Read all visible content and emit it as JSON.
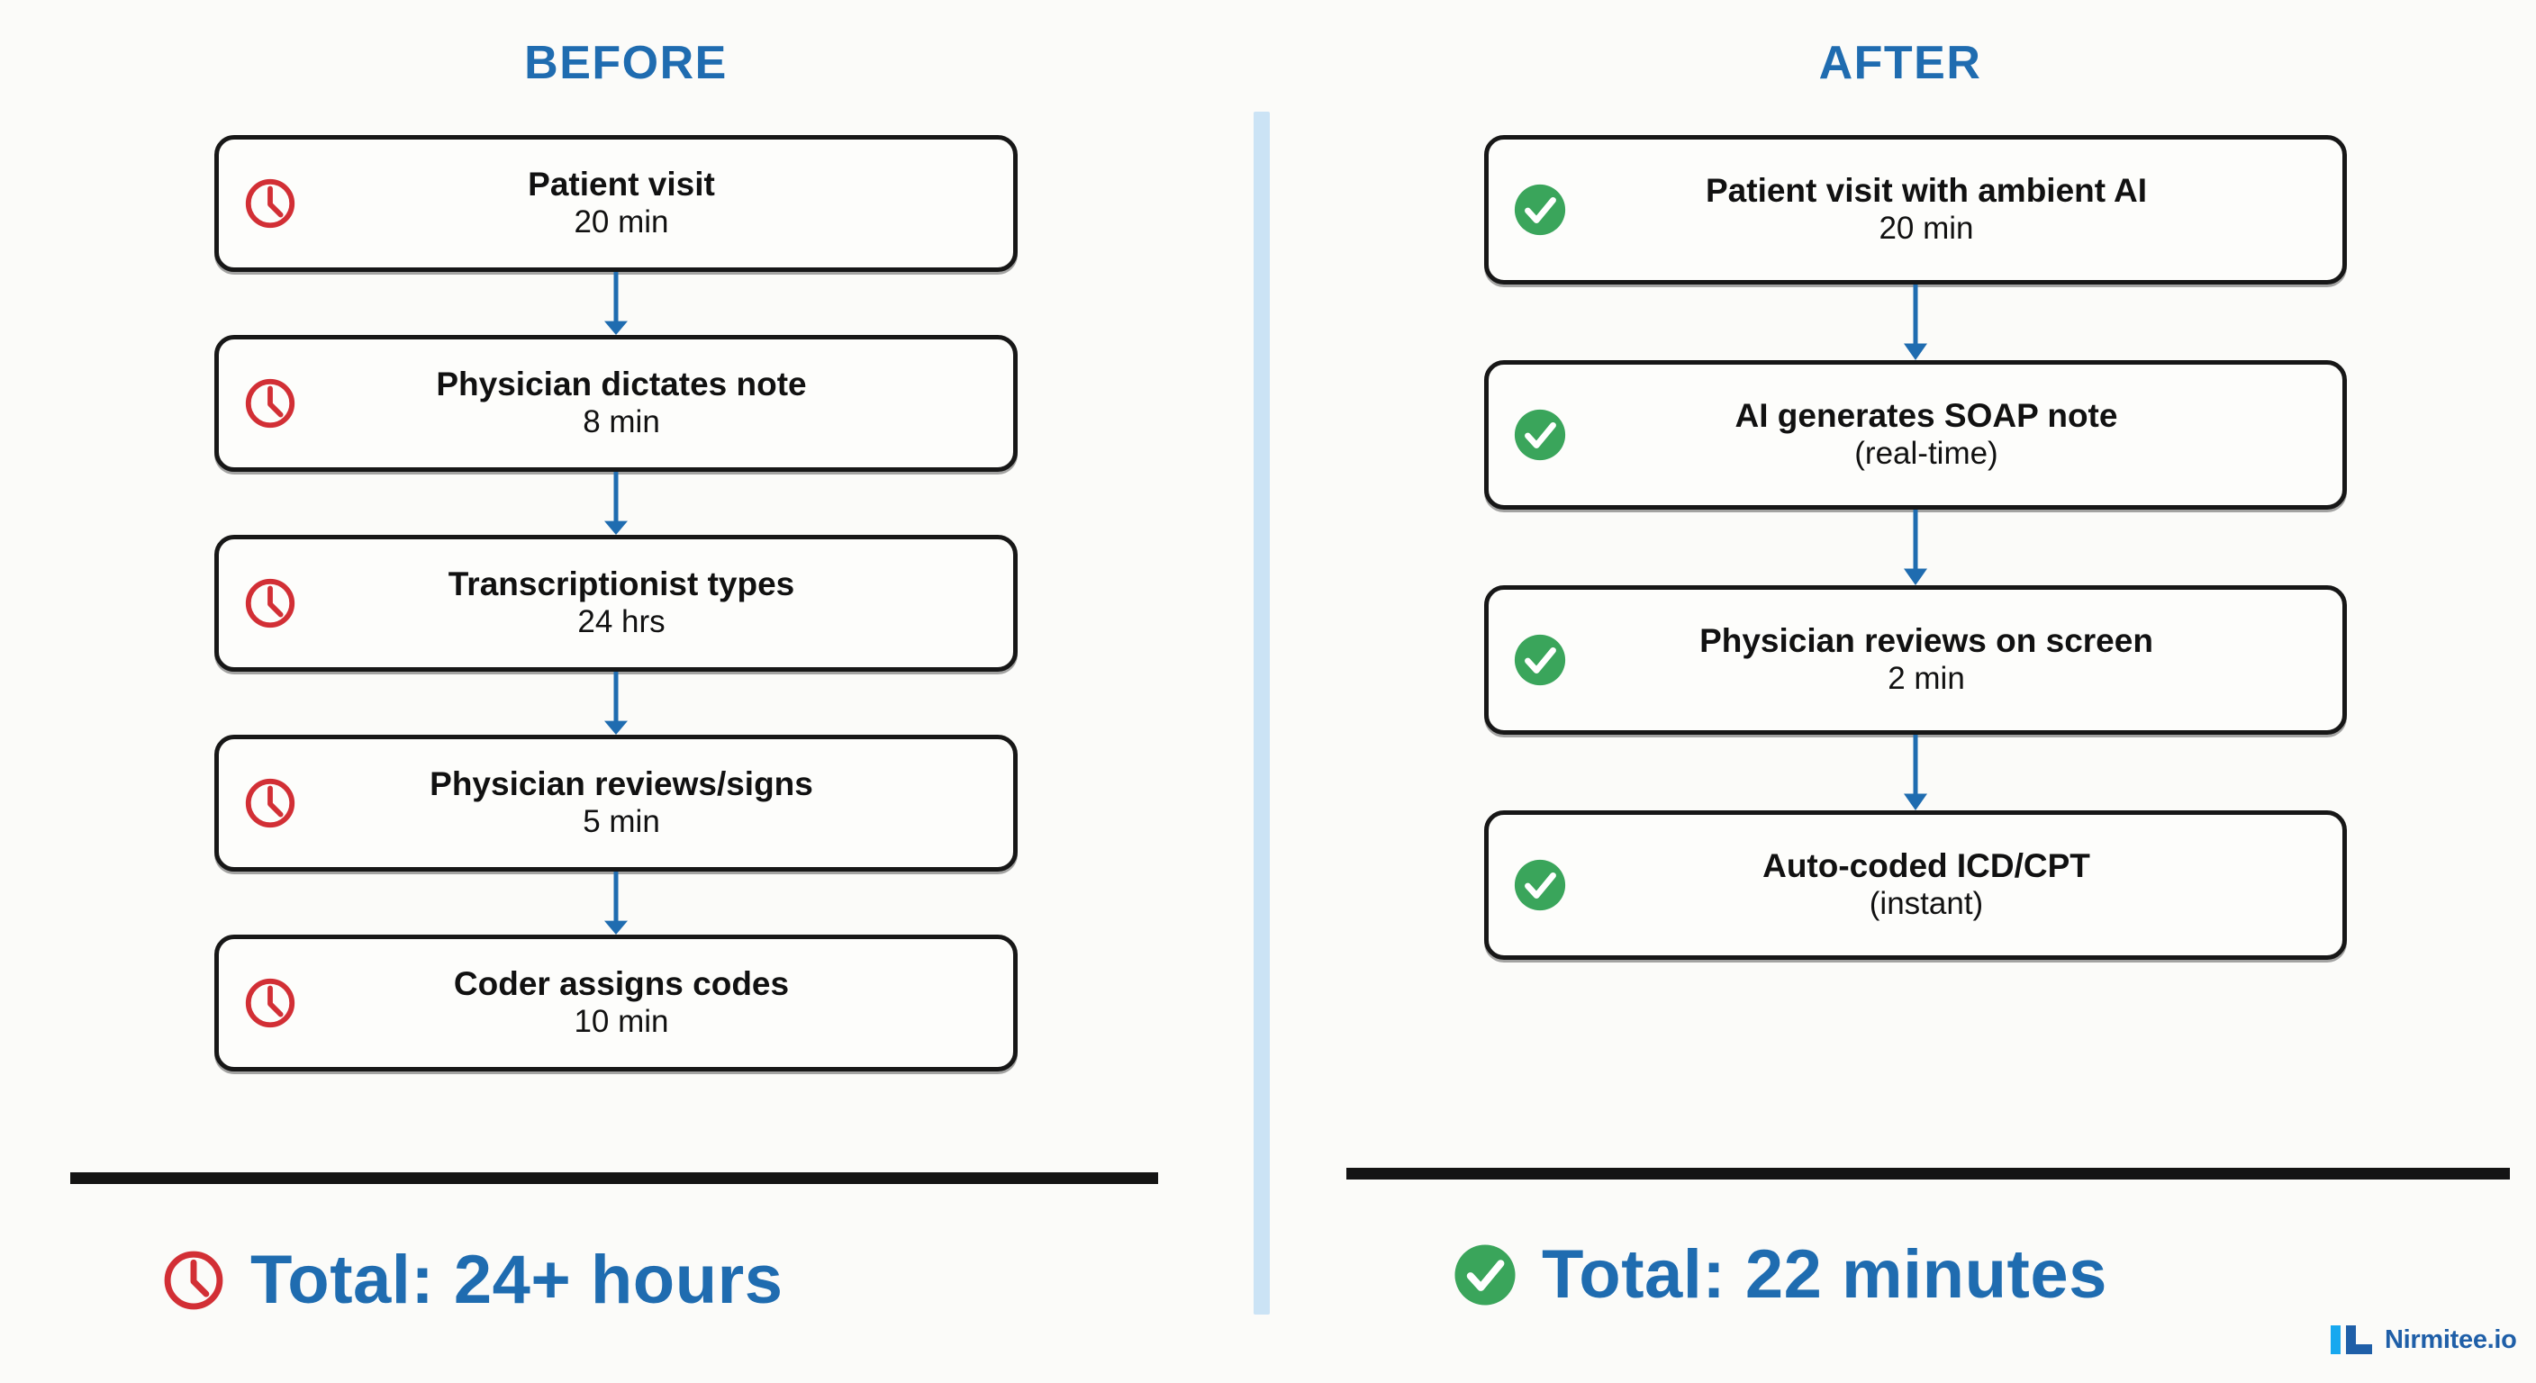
{
  "colors": {
    "background": "#fbfbf9",
    "heading_blue": "#1f6cb0",
    "divider_blue": "#cbe3f5",
    "clock_red": "#d22f35",
    "check_green": "#3aa55b",
    "arrow_blue": "#1f6cb0",
    "box_border": "#171717",
    "rule_black": "#141414",
    "logo_light_blue": "#17a8ef",
    "logo_dark_blue": "#1f5fa8"
  },
  "before": {
    "title": "BEFORE",
    "icon": "clock-icon",
    "steps": [
      {
        "label": "Patient visit",
        "duration": "20 min",
        "icon": "clock-icon"
      },
      {
        "label": "Physician dictates note",
        "duration": "8 min",
        "icon": "clock-icon"
      },
      {
        "label": "Transcriptionist types",
        "duration": "24 hrs",
        "icon": "clock-icon"
      },
      {
        "label": "Physician reviews/signs",
        "duration": "5 min",
        "icon": "clock-icon"
      },
      {
        "label": "Coder assigns codes",
        "duration": "10 min",
        "icon": "clock-icon"
      }
    ],
    "total": "Total: 24+ hours",
    "total_icon": "clock-icon"
  },
  "after": {
    "title": "AFTER",
    "icon": "check-circle-icon",
    "steps": [
      {
        "label": "Patient visit with ambient AI",
        "duration": "20 min",
        "icon": "check-circle-icon"
      },
      {
        "label": "AI generates SOAP note",
        "duration": "(real-time)",
        "icon": "check-circle-icon"
      },
      {
        "label": "Physician reviews on screen",
        "duration": "2 min",
        "icon": "check-circle-icon"
      },
      {
        "label": "Auto-coded ICD/CPT",
        "duration": "(instant)",
        "icon": "check-circle-icon"
      }
    ],
    "total": "Total: 22 minutes",
    "total_icon": "check-circle-icon"
  },
  "brand": {
    "name": "Nirmitee.io",
    "mark": "nirmitee-logo-mark"
  }
}
